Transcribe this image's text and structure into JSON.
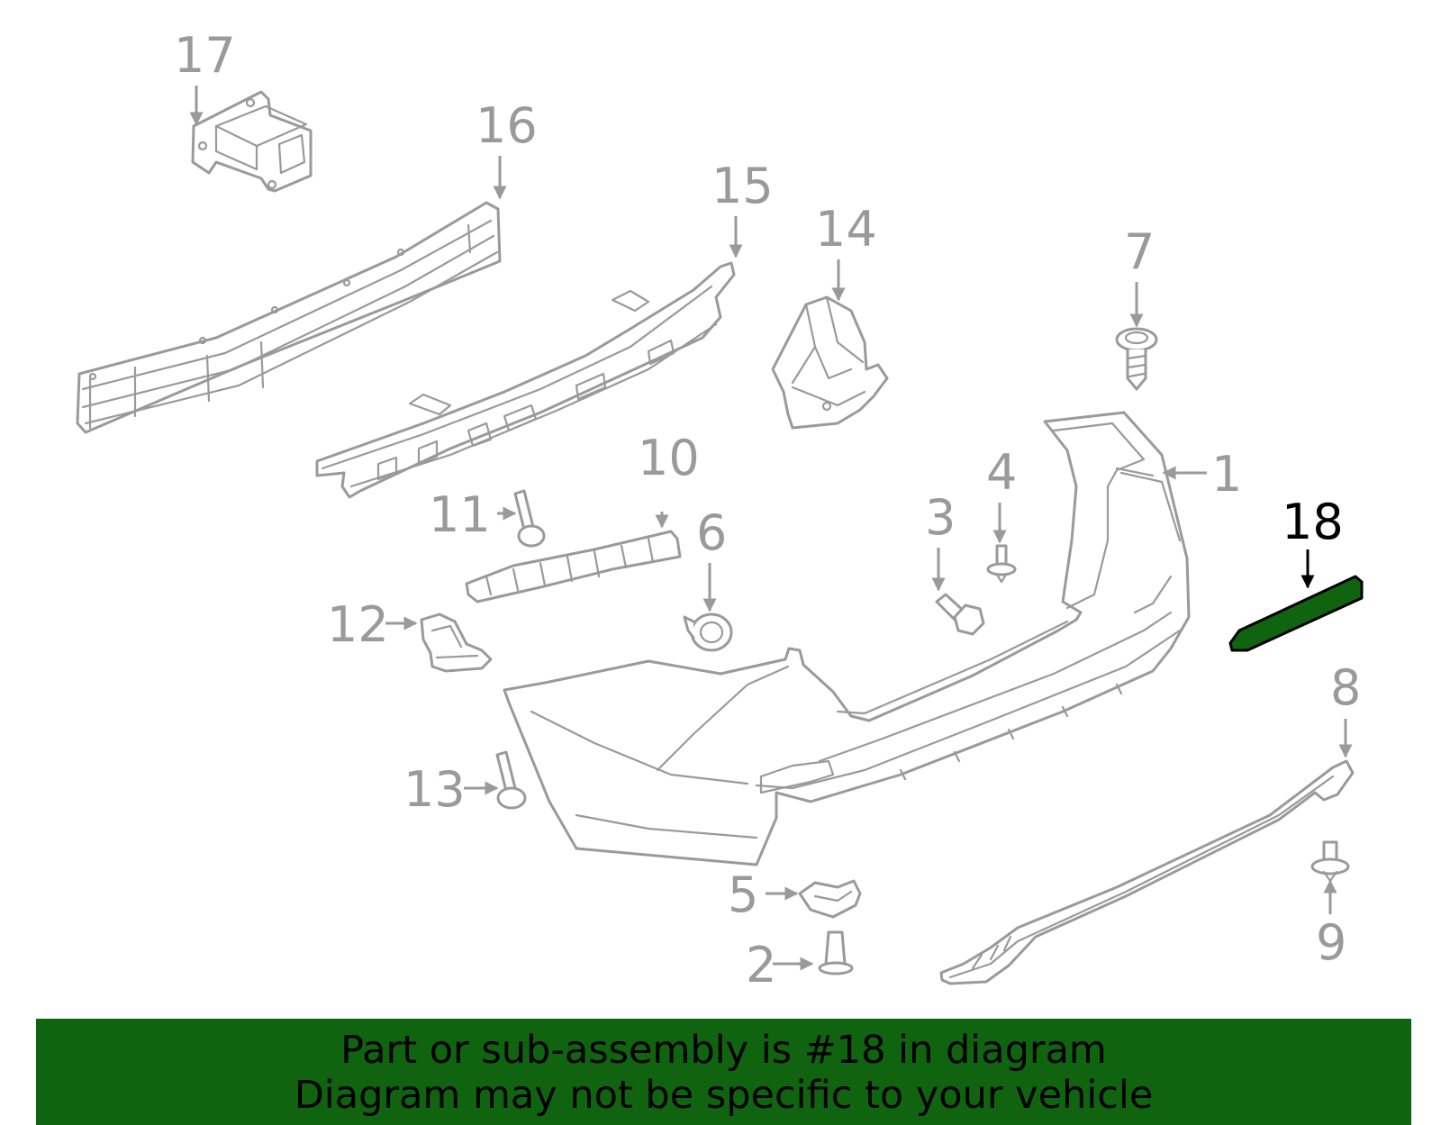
{
  "highlight_part": "18",
  "highlight_color": "#10640f",
  "part_color": "#9a9a9a",
  "callouts": {
    "p1": "1",
    "p2": "2",
    "p3": "3",
    "p4": "4",
    "p5": "5",
    "p6": "6",
    "p7": "7",
    "p8": "8",
    "p9": "9",
    "p10": "10",
    "p11": "11",
    "p12": "12",
    "p13": "13",
    "p14": "14",
    "p15": "15",
    "p16": "16",
    "p17": "17",
    "p18": "18"
  },
  "banner": {
    "line1": "Part or sub-assembly is #18 in diagram",
    "line2": "Diagram may not be specific to your vehicle"
  }
}
